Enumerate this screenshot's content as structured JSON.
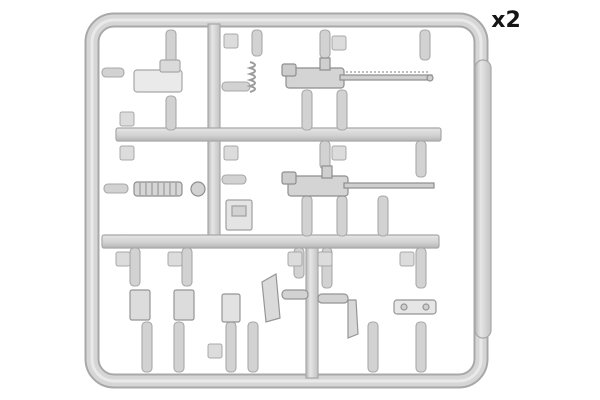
{
  "quantity_label": "x2",
  "colors": {
    "background": "#ffffff",
    "plastic": "#d4d4d4",
    "plastic_outline": "#a9a9a9",
    "plastic_light": "#e8e8e8",
    "plastic_shadow": "#b4b4b4",
    "text": "#151515"
  },
  "icons": [
    "plastic-sprue-frame",
    "machine-gun-part",
    "ammo-belt-part",
    "mount-bracket-part"
  ]
}
